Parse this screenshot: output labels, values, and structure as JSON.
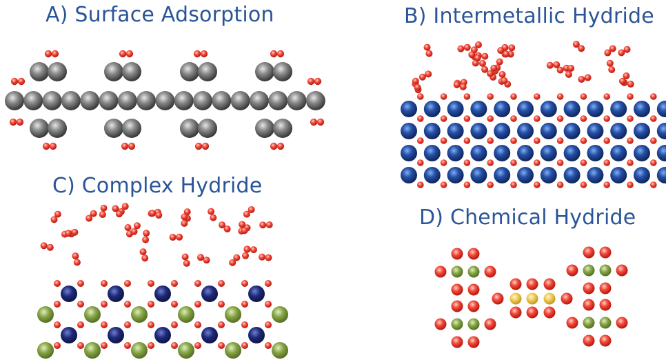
{
  "panels": [
    {
      "id": "A",
      "title": "A) Surface Adsorption"
    },
    {
      "id": "B",
      "title": "B) Intermetallic Hydride"
    },
    {
      "id": "C",
      "title": "C) Complex Hydride"
    },
    {
      "id": "D",
      "title": "D) Chemical Hydride"
    }
  ],
  "colors": {
    "title": "#2b5597",
    "hydrogen": "#e8322a",
    "metal_gray": "#555555",
    "metal_blue": "#1f3f8c",
    "complex_blue": "#1d2c70",
    "complex_green": "#7b9a3a",
    "chem_green": "#7f9a46",
    "chem_yellow": "#e6c34a"
  }
}
